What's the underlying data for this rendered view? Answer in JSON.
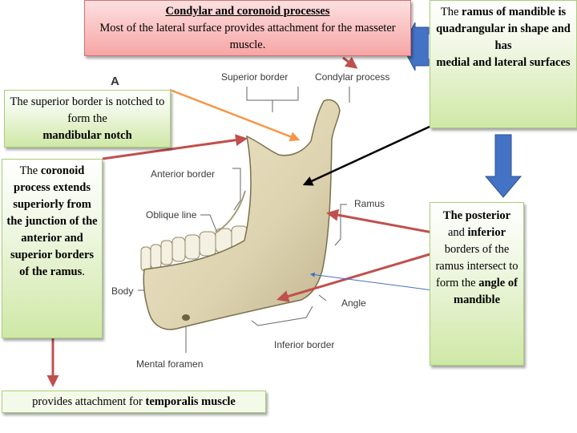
{
  "figure": {
    "panel_letter": "A",
    "labels": {
      "superior_border": "Superior border",
      "condylar_process": "Condylar process",
      "anterior_border": "Anterior border",
      "oblique_line": "Oblique line",
      "ramus": "Ramus",
      "body": "Body",
      "angle": "Angle",
      "inferior_border": "Inferior border",
      "mental_foramen": "Mental foramen"
    }
  },
  "callout_top": {
    "title": "Condylar and coronoid processes",
    "text": "Most of the lateral surface provides attachment for the masseter muscle."
  },
  "callout_ramus": {
    "t1": "The ",
    "t2": "ramus of mandible is quadrangular in shape and",
    "t3": "has",
    "t4": "medial and lateral surfaces"
  },
  "callout_superior": {
    "t1": "The superior border is notched to form the",
    "t2": "mandibular notch"
  },
  "callout_coronoid": {
    "t1": "The ",
    "t2": "coronoid process extends superiorly from the junction of the anterior and superior borders of the ramus",
    "t3": "."
  },
  "callout_posterior": {
    "t1": "The posterior",
    "t2": " and ",
    "t3": "inferior",
    "t4": " borders of the ramus intersect to form the ",
    "t5": "angle of mandible"
  },
  "callout_bottom": {
    "t1": "provides attachment for ",
    "t2": "temporalis muscle"
  },
  "colors": {
    "arrow_red": "#c0504d",
    "arrow_blue": "#4472c4",
    "bone": "#ddd3b0"
  }
}
